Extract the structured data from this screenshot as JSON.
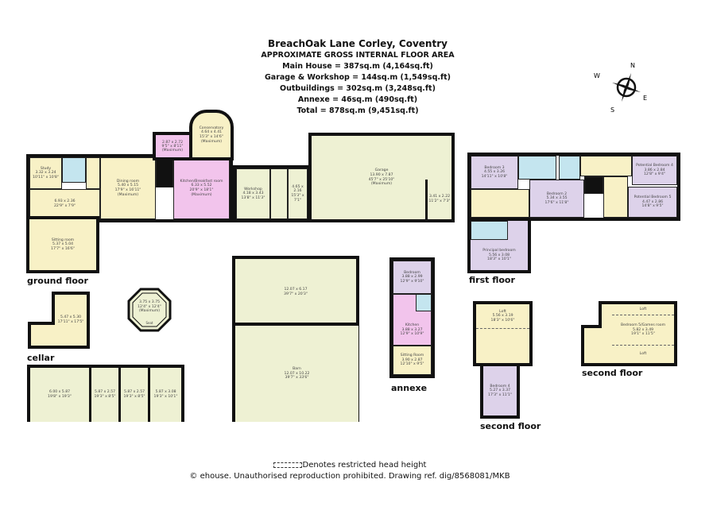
{
  "header": {
    "address": "BreachOak Lane Corley, Coventry",
    "subtitle": "APPROXIMATE GROSS INTERNAL FLOOR AREA",
    "areas": [
      "Main House = 387sq.m (4,164sq.ft)",
      "Garage & Workshop = 144sq.m (1,549sq.ft)",
      "Outbuildings = 302sq.m (3,248sq.ft)",
      "Annexe = 46sq.m (490sq.ft)",
      "Total = 878sq.m (9,451sq.ft)"
    ]
  },
  "compass": {
    "n": "N",
    "e": "E",
    "s": "S",
    "w": "W"
  },
  "floor_labels": {
    "ground": "ground floor",
    "first": "first floor",
    "cellar": "cellar",
    "annexe": "annexe",
    "second_left": "second floor",
    "second_right": "second floor"
  },
  "ground_floor": {
    "study": "Study\n3.32 x 3.24\n10'11\" x 10'8\"",
    "hall": "6.93 x 2.36\n22'9\" x 7'9\"",
    "dining": "Dining room\n5.40 x 5.15\n17'9\" x 16'11\"\n(Maximum)",
    "utility": "2.87 x 2.72\n9'5\" x 8'11\"\n(Maximum)",
    "conservatory": "Conservatory\n4.64 x 4.41\n15'3\" x 14'6\"\n(Maximum)",
    "kitchen": "Kitchen/Breakfast room\n6.33 x 5.52\n20'9\" x 18'1\"\n(Maximum)",
    "sitting": "Sitting room\n5.37 x 5.04\n17'7\" x 16'6\"",
    "workshop": "Workshop\n4.18 x 3.43\n13'8\" x 11'3\"",
    "store": "4.65 x 2.16\n15'3\" x 7'1\"",
    "garage": "Garage\n13.90 x 7.87\n45'7\" x 25'10\"\n(Maximum)",
    "garage_store": "3.41 x 2.22\n11'2\" x 7'3\""
  },
  "first_floor": {
    "bedroom3": "Bedroom 3\n4.55 x 3.26\n14'11\" x 10'8\"",
    "bedroom2": "Bedroom 2\n5.34 x 3.55\n17'6\" x 11'8\"",
    "potential4": "Potential Bedroom 4\n3.86 x 2.84\n12'8\" x 9'4\"",
    "potential5": "Potential Bedroom 5\n4.47 x 2.86\n14'8\" x 9'5\"",
    "principal": "Principal bedroom\n5.56 x 3.08\n18'3\" x 10'1\""
  },
  "cellar": {
    "room": "5.47 x 5.30\n17'11\" x 17'5\""
  },
  "gazebo": {
    "room": "3.75 x 3.75\n12'4\" x 12'4\"\n(Maximum)",
    "seat": "Seat"
  },
  "outbuildings": {
    "rooms": [
      "6.00 x 5.87\n19'8\" x 19'3\"",
      "5.87 x 2.57\n19'3\" x 8'5\"",
      "5.87 x 2.57\n19'3\" x 8'5\"",
      "5.87 x 3.08\n19'3\" x 10'1\""
    ],
    "barn_upper": "12.07 x 6.17\n39'7\" x 20'3\"",
    "barn": "Barn\n12.07 x 10.22\n39'7\" x 33'6\""
  },
  "annexe": {
    "bedroom": "Bedroom\n3.88 x 2.99\n12'9\" x 9'10\"",
    "kitchen": "Kitchen\n3.88 x 3.27\n12'9\" x 10'9\"",
    "sitting": "Sitting Room\n3.90 x 2.87\n12'10\" x 9'5\""
  },
  "second_floor": {
    "loft_left": "Loft\n5.56 x 3.19\n18'3\" x 10'6\"",
    "bedroom4": "Bedroom 4\n5.27 x 3.37\n17'3\" x 11'1\"",
    "loft_top": "Loft",
    "games": "Bedroom 5/Games room\n5.82 x 3.49\n19'1\" x 11'5\"",
    "loft_bottom": "Loft"
  },
  "footer": {
    "legend": "Denotes restricted head height",
    "copyright": "© ehouse. Unauthorised reproduction prohibited. Drawing ref. dig/8568081/MKB"
  },
  "colors": {
    "cream": "#f8f1c6",
    "green": "#eef1d3",
    "pink": "#f2c4ec",
    "lavender": "#ddd2ea",
    "blue": "#c4e5ef",
    "wall": "#111111"
  }
}
